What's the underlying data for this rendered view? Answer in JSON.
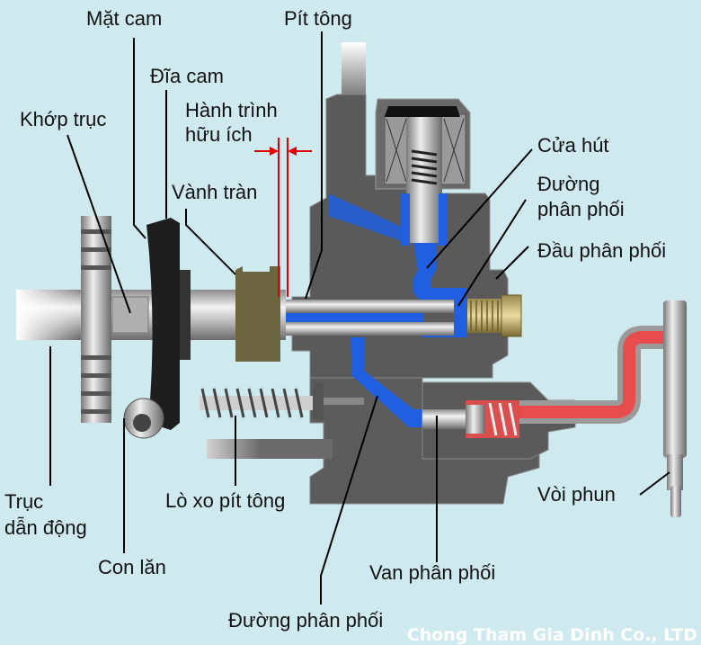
{
  "diagram": {
    "title": "Distributor-type diesel injection pump cross-section",
    "background_color": "#cfeaee",
    "colors": {
      "low_pressure_fuel": "#1f5fe0",
      "high_pressure_fuel": "#e84c4c",
      "dimension_marker": "#e00000",
      "housing": "#585858"
    },
    "labels": {
      "mat_cam": "Mặt cam",
      "pit_tong": "Pít tông",
      "dia_cam": "Đĩa cam",
      "khop_truc": "Khớp trục",
      "hanh_trinh_1": "Hành trình",
      "hanh_trinh_2": "hữu ích",
      "vanh_tran": "Vành tràn",
      "cua_hut": "Cửa hút",
      "duong_pp_1": "Đường",
      "duong_pp_2": "phân phối",
      "dau_phan_phoi": "Đầu phân phối",
      "truc_dan_dong_1": "Trục",
      "truc_dan_dong_2": "dẫn động",
      "lo_xo_pit_tong": "Lò xo pít tông",
      "con_lan": "Con lăn",
      "voi_phun": "Vòi phun",
      "van_phan_phoi": "Van phân phối",
      "duong_phan_phoi_bottom": "Đường phân phối"
    },
    "watermark": "Chong Tham Gia Dinh Co., LTD"
  }
}
